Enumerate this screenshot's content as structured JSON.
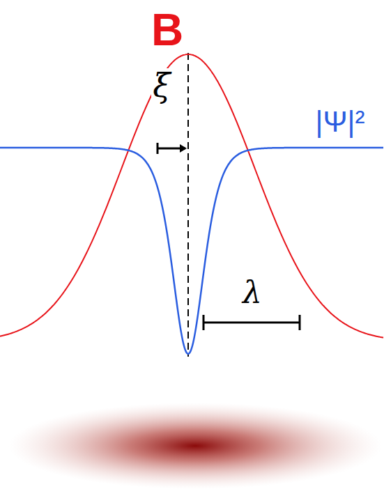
{
  "diagram": {
    "labels": [
      "B",
      "ξ",
      "|Ψ|²",
      "λ"
    ]
  }
}
